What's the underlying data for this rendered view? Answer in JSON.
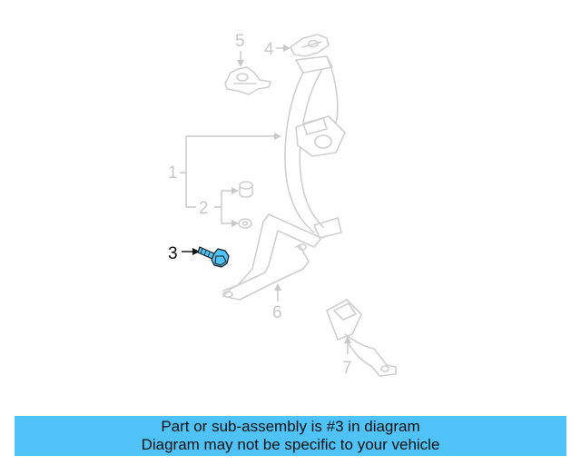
{
  "callouts": {
    "c1": "1",
    "c2": "2",
    "c3": "3",
    "c4": "4",
    "c5": "5",
    "c6": "6",
    "c7": "7"
  },
  "highlight": {
    "part": "3",
    "color": "#4fc3f7"
  },
  "banner": {
    "line1": "Part or sub-assembly is #3 in diagram",
    "line2": "Diagram may not be specific to your vehicle",
    "background": "#4fc3f7"
  }
}
